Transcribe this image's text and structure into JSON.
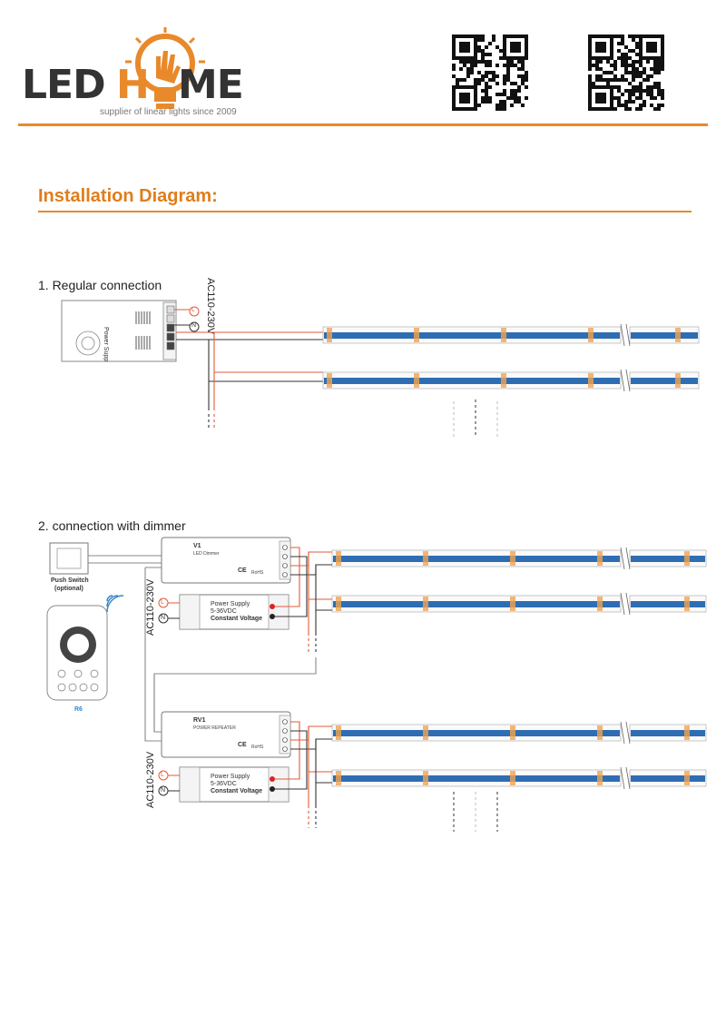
{
  "header": {
    "logo_text_left": "LED",
    "logo_text_right": "ME",
    "logo_h": "H",
    "tagline": "supplier of linear lights since 2009",
    "brand_color": "#e8892b",
    "logo_text_color": "#333333"
  },
  "section": {
    "title": "Installation Diagram:"
  },
  "diagram1": {
    "heading": "1. Regular connection",
    "voltage_label": "AC110-230V",
    "psu_label": "Power Supp",
    "l_terminal": "L",
    "n_terminal": "N"
  },
  "diagram2": {
    "heading": "2. connection with dimmer",
    "push_switch_label": "Push Switch",
    "push_switch_sub": "(optional)",
    "remote_label": "R6",
    "voltage_label_top": "AC110-230V",
    "voltage_label_bottom": "AC110-230V",
    "dimmer_title": "V1",
    "dimmer_sub": "LED Dimmer",
    "repeater_title": "RV1",
    "repeater_sub": "POWER REPEATER",
    "psu_title": "Power Supply",
    "psu_voltage": "5-36VDC",
    "psu_mode": "Constant Voltage",
    "l_terminal": "L",
    "n_terminal": "N",
    "ce_mark": "CE",
    "rohs_mark": "RoHS"
  },
  "colors": {
    "strip_blue": "#2f6db3",
    "strip_border": "#b9b9b9",
    "pad": "#f0a450",
    "wire_red": "#e25a3a",
    "wire_black": "#333333"
  }
}
